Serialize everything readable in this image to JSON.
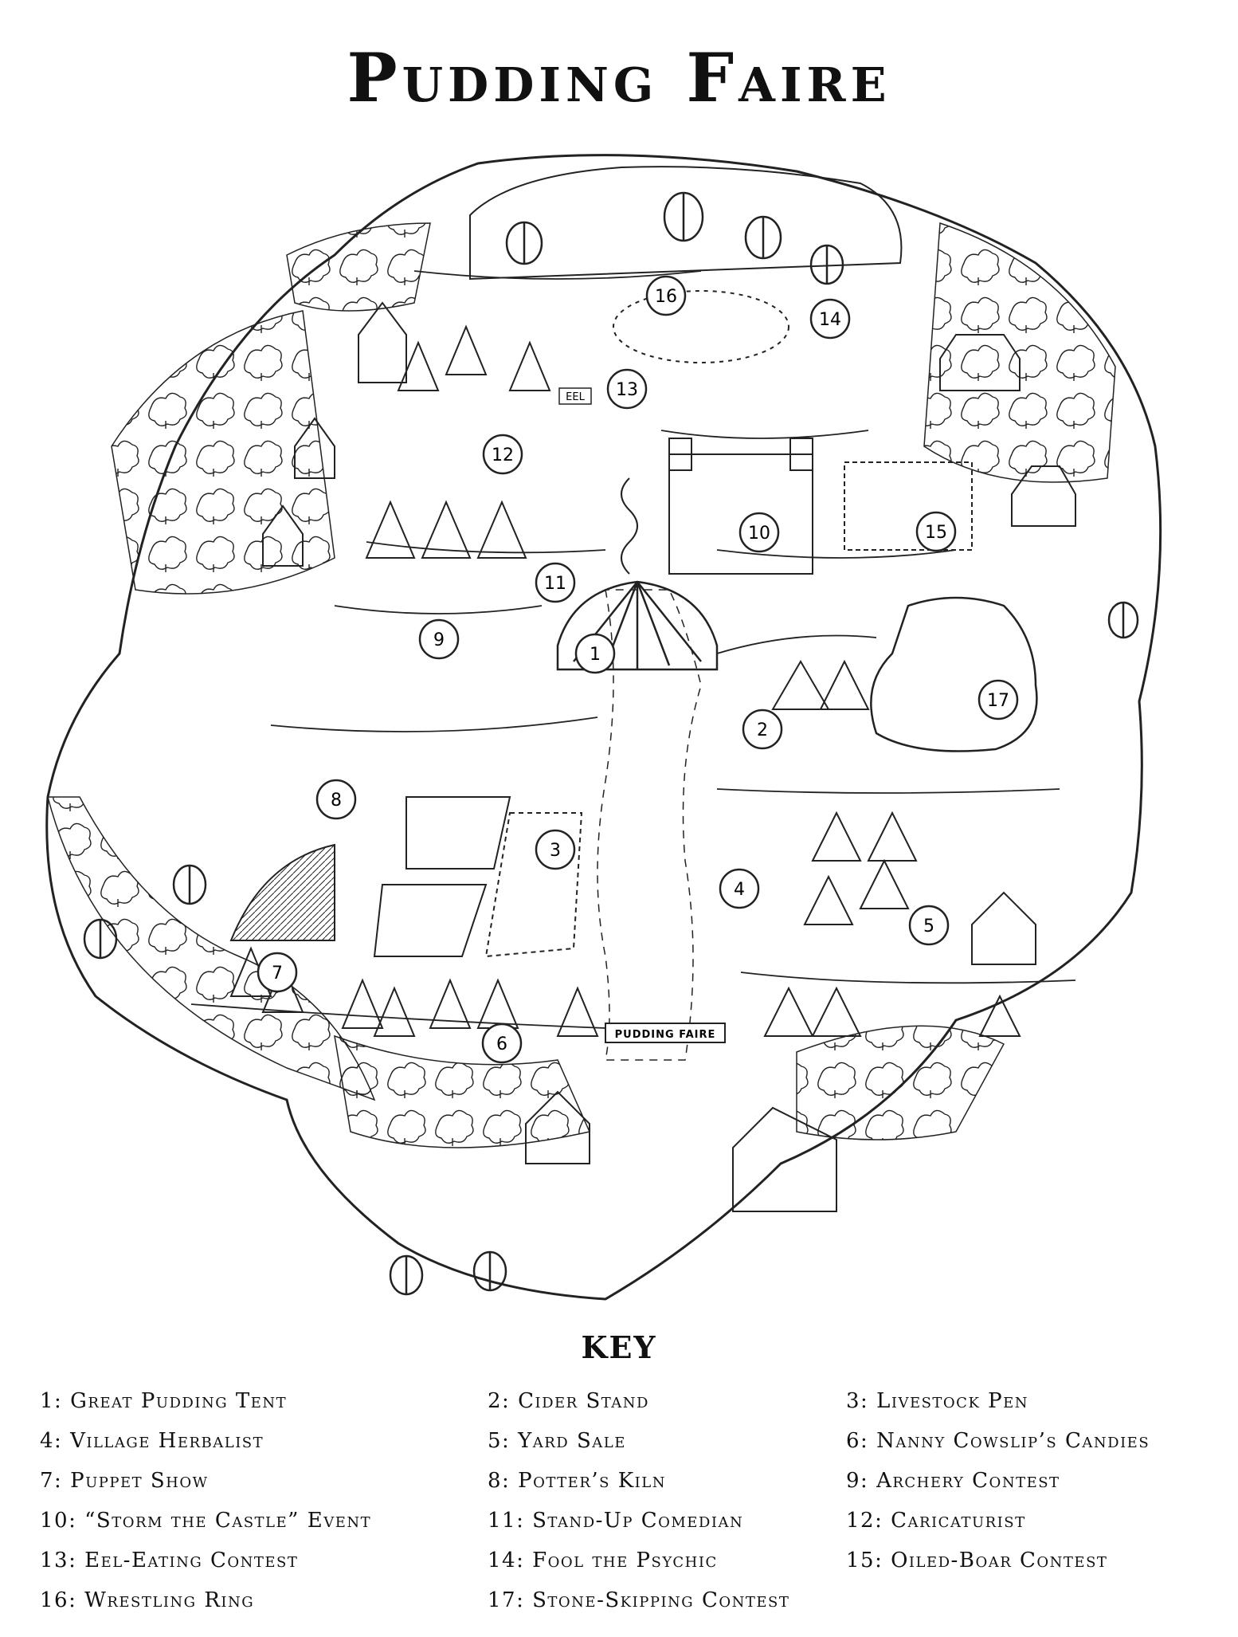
{
  "title": "Pudding Faire",
  "key_title": "KEY",
  "gate_sign": "PUDDING FAIRE",
  "eel_sign": "EEL",
  "markers": [
    "1",
    "2",
    "3",
    "4",
    "5",
    "6",
    "7",
    "8",
    "9",
    "10",
    "11",
    "12",
    "13",
    "14",
    "15",
    "16",
    "17"
  ],
  "key": [
    {
      "num": "1:",
      "label": "Great Pudding Tent"
    },
    {
      "num": "2:",
      "label": "Cider Stand"
    },
    {
      "num": "3:",
      "label": "Livestock Pen"
    },
    {
      "num": "4:",
      "label": "Village Herbalist"
    },
    {
      "num": "5:",
      "label": "Yard Sale"
    },
    {
      "num": "6:",
      "label": "Nanny Cowslip’s Candies"
    },
    {
      "num": "7:",
      "label": "Puppet Show"
    },
    {
      "num": "8:",
      "label": "Potter’s Kiln"
    },
    {
      "num": "9:",
      "label": "Archery Contest"
    },
    {
      "num": "10:",
      "label": "“Storm the Castle” Event"
    },
    {
      "num": "11:",
      "label": "Stand-Up Comedian"
    },
    {
      "num": "12:",
      "label": "Caricaturist"
    },
    {
      "num": "13:",
      "label": "Eel-Eating Contest"
    },
    {
      "num": "14:",
      "label": "Fool the Psychic"
    },
    {
      "num": "15:",
      "label": "Oiled-Boar Contest"
    },
    {
      "num": "16:",
      "label": "Wrestling Ring"
    },
    {
      "num": "17:",
      "label": "Stone-Skipping Contest"
    }
  ]
}
